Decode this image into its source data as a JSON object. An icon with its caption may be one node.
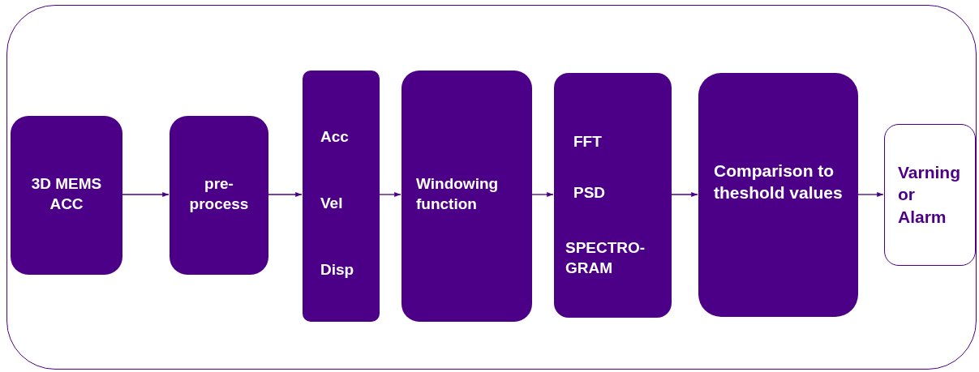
{
  "diagram": {
    "nodes": [
      {
        "text": [],
        "shape": "box"
      },
      {
        "text": [
          "3D MEMS ACC"
        ],
        "in": 0
      },
      {
        "text": [
          "pre- process"
        ],
        "in": 0
      },
      {
        "text": [
          "Acc",
          "Vel",
          "Disp"
        ],
        "in": 0
      },
      {
        "text": [
          "Windowing function"
        ],
        "in": 0
      },
      {
        "text": [
          "FFT",
          "PSD",
          "SPECTRO- GRAM"
        ],
        "in": 0
      },
      {
        "text": [
          "Comparison to theshold values"
        ],
        "in": 0
      },
      {
        "text": [
          "Varning or Alarm"
        ],
        "in": 0
      }
    ],
    "edges": [
      {
        "from": 1,
        "to": 2,
        "arrow": "to"
      },
      {
        "from": 2,
        "to": 3,
        "arrow": "to"
      },
      {
        "from": 3,
        "to": 4,
        "arrow": "to"
      },
      {
        "from": 4,
        "to": 5,
        "arrow": "to"
      },
      {
        "from": 5,
        "to": 6,
        "arrow": "to"
      },
      {
        "from": 6,
        "to": 7,
        "arrow": "to"
      }
    ]
  }
}
